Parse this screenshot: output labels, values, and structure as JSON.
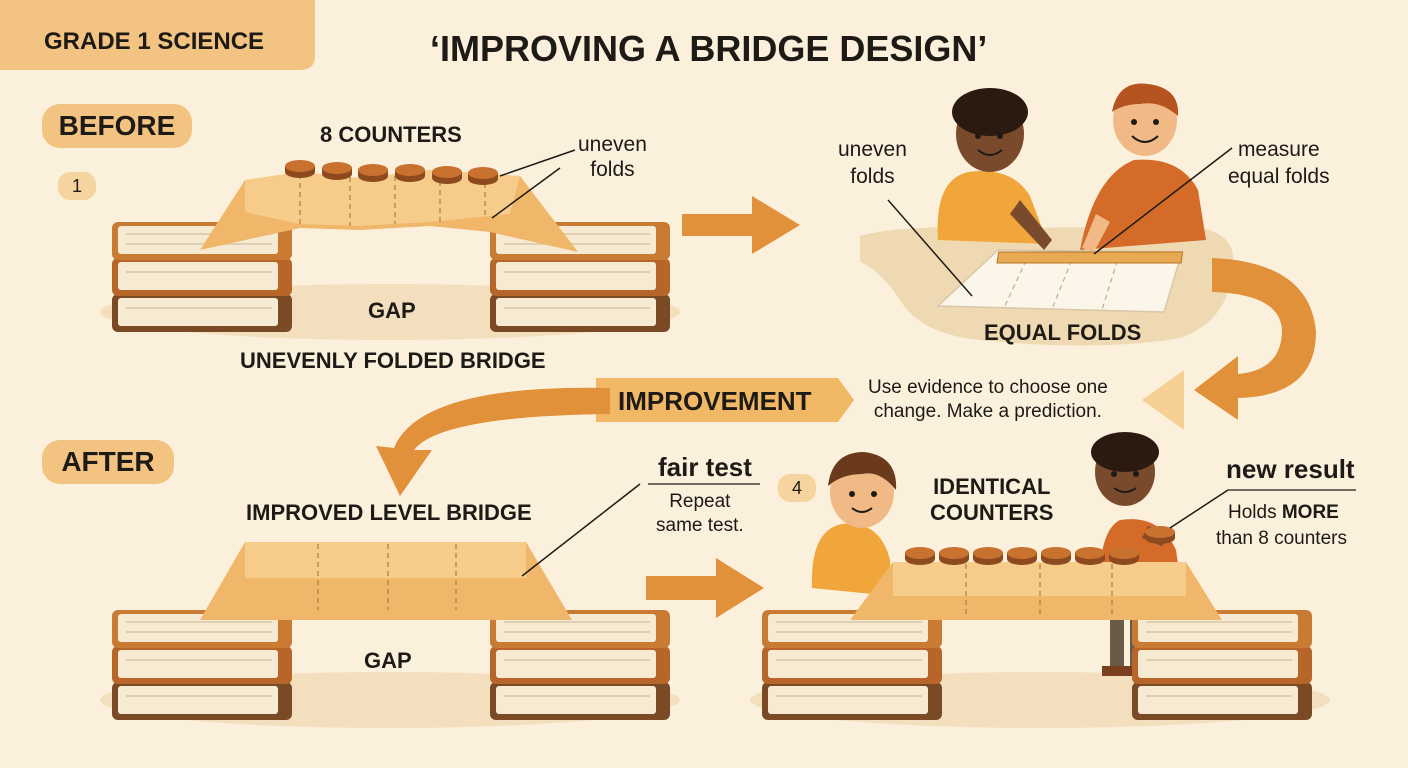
{
  "header": {
    "grade": "GRADE 1 SCIENCE",
    "title": "‘IMPROVING A BRIDGE DESIGN’"
  },
  "before": {
    "label": "BEFORE",
    "step": "1",
    "counters_label": "8 COUNTERS",
    "uneven_label": "uneven\nfolds",
    "gap_label": "GAP",
    "caption": "UNEVENLY FOLDED BRIDGE"
  },
  "measure_scene": {
    "uneven_label": "uneven\nfolds",
    "measure_label": "measure\nequal folds",
    "caption": "EQUAL FOLDS"
  },
  "improvement": {
    "label": "IMPROVEMENT",
    "note": "Use evidence to choose one\nchange. Make a prediction."
  },
  "after": {
    "label": "AFTER",
    "caption": "IMPROVED LEVEL BRIDGE",
    "gap_label": "GAP",
    "fair_test_title": "fair test",
    "fair_test_note": "Repeat\nsame test.",
    "step": "4",
    "identical_label": "IDENTICAL\nCOUNTERS",
    "new_result_title": "new result",
    "result_prefix": "Holds ",
    "result_emph": "MORE",
    "result_suffix": "than 8 counters"
  },
  "colors": {
    "background": "#fbf0dc",
    "accent": "#f2c381",
    "arrow": "#e0913a",
    "paper": "#f4c77e",
    "counter": "#c1692a",
    "book_cover": "#c97a33"
  }
}
